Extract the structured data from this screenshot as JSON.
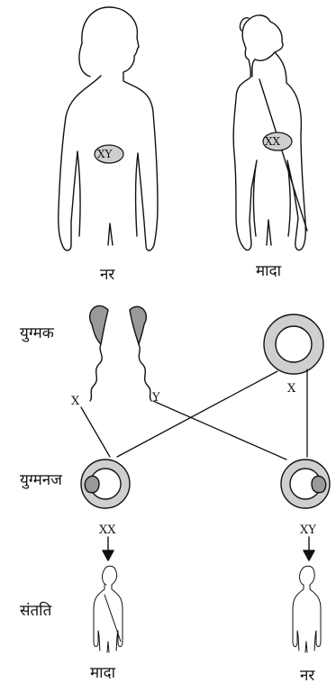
{
  "adults": {
    "male_label": "नर",
    "female_label": "मादा",
    "male_chromosomes": "XY",
    "female_chromosomes": "XX"
  },
  "rows": {
    "gametes": "युग्मक",
    "zygotes": "युग्मनज",
    "offspring": "संतति"
  },
  "gametes": {
    "sperm_x": "X",
    "sperm_y": "Y",
    "egg_x": "X"
  },
  "zygotes": {
    "left_chromosomes": "XX",
    "right_chromosomes": "XY"
  },
  "offspring": {
    "left_label": "मादा",
    "right_label": "नर"
  },
  "colors": {
    "line": "#111111",
    "gamete_fill": "#cfcfcf",
    "nucleus_fill": "#e4e4e4",
    "sperm_head": "#999999"
  }
}
